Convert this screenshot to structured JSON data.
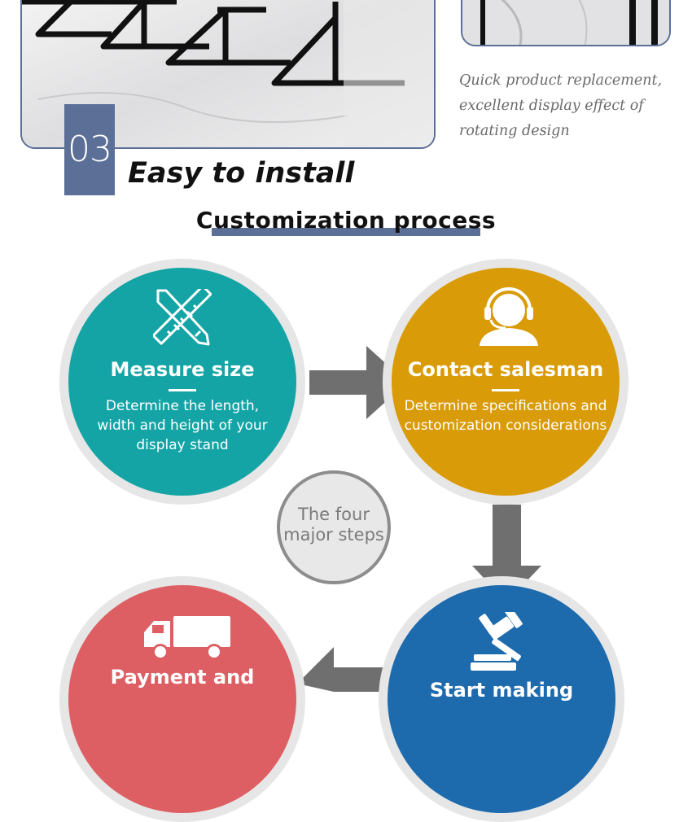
{
  "feature": {
    "step_number": "03",
    "title": "Easy to install",
    "caption": "Quick product replacement, excellent display effect of rotating design"
  },
  "process": {
    "title": "Customization process",
    "center_label": "The four major steps",
    "steps": [
      {
        "title": "Measure size",
        "description": "Determine the length, width and height of your display stand",
        "icon": "ruler-pencil-icon",
        "color": "#15a4a5"
      },
      {
        "title": "Contact salesman",
        "description": "Determine specifications and customization considerations",
        "icon": "headset-agent-icon",
        "color": "#d99b07"
      },
      {
        "title": "Start making",
        "icon": "gavel-icon",
        "color": "#1d6aad"
      },
      {
        "title": "Payment and",
        "icon": "delivery-truck-icon",
        "color": "#dd5f63"
      }
    ]
  },
  "colors": {
    "accent": "#5b6f97",
    "arrow": "#6f6f6f"
  }
}
